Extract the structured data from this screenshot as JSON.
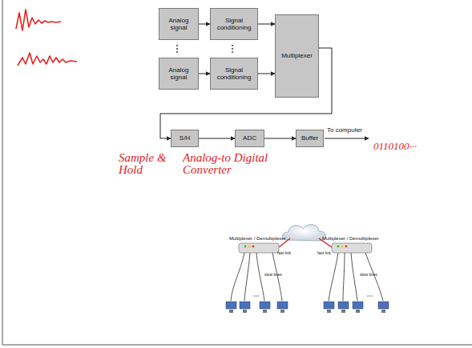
{
  "diagram": {
    "nodes": [
      {
        "text": [
          "Analog signal"
        ]
      },
      {
        "text": [
          "Signal conditioning"
        ]
      },
      {
        "text": [
          "Analog signal"
        ]
      },
      {
        "text": [
          "Signal conditioning"
        ]
      },
      {
        "text": [
          "Multiplexer"
        ]
      },
      {
        "text": [
          "S/H"
        ]
      },
      {
        "text": [
          "ADC"
        ]
      },
      {
        "text": [
          "Buffer"
        ]
      }
    ],
    "edges": [
      {
        "from": 0,
        "to": 1,
        "arrow": "to"
      },
      {
        "from": 1,
        "to": 4,
        "arrow": "to"
      },
      {
        "from": 2,
        "to": 3,
        "arrow": "to"
      },
      {
        "from": 3,
        "to": 4,
        "arrow": "to"
      },
      {
        "from": 4,
        "to": 5,
        "arrow": "to"
      },
      {
        "from": 5,
        "to": 6,
        "arrow": "to"
      },
      {
        "from": 6,
        "to": 7,
        "arrow": "to"
      }
    ],
    "labels": [
      "Sample & Hold",
      "Analog-to Digital Converter",
      "To computer",
      "0110100···",
      "Multiplexer / Demultiplexer",
      "Multiplexer / Demultiplexer",
      "fast link",
      "fast link",
      "slow lines",
      "slow lines"
    ]
  }
}
